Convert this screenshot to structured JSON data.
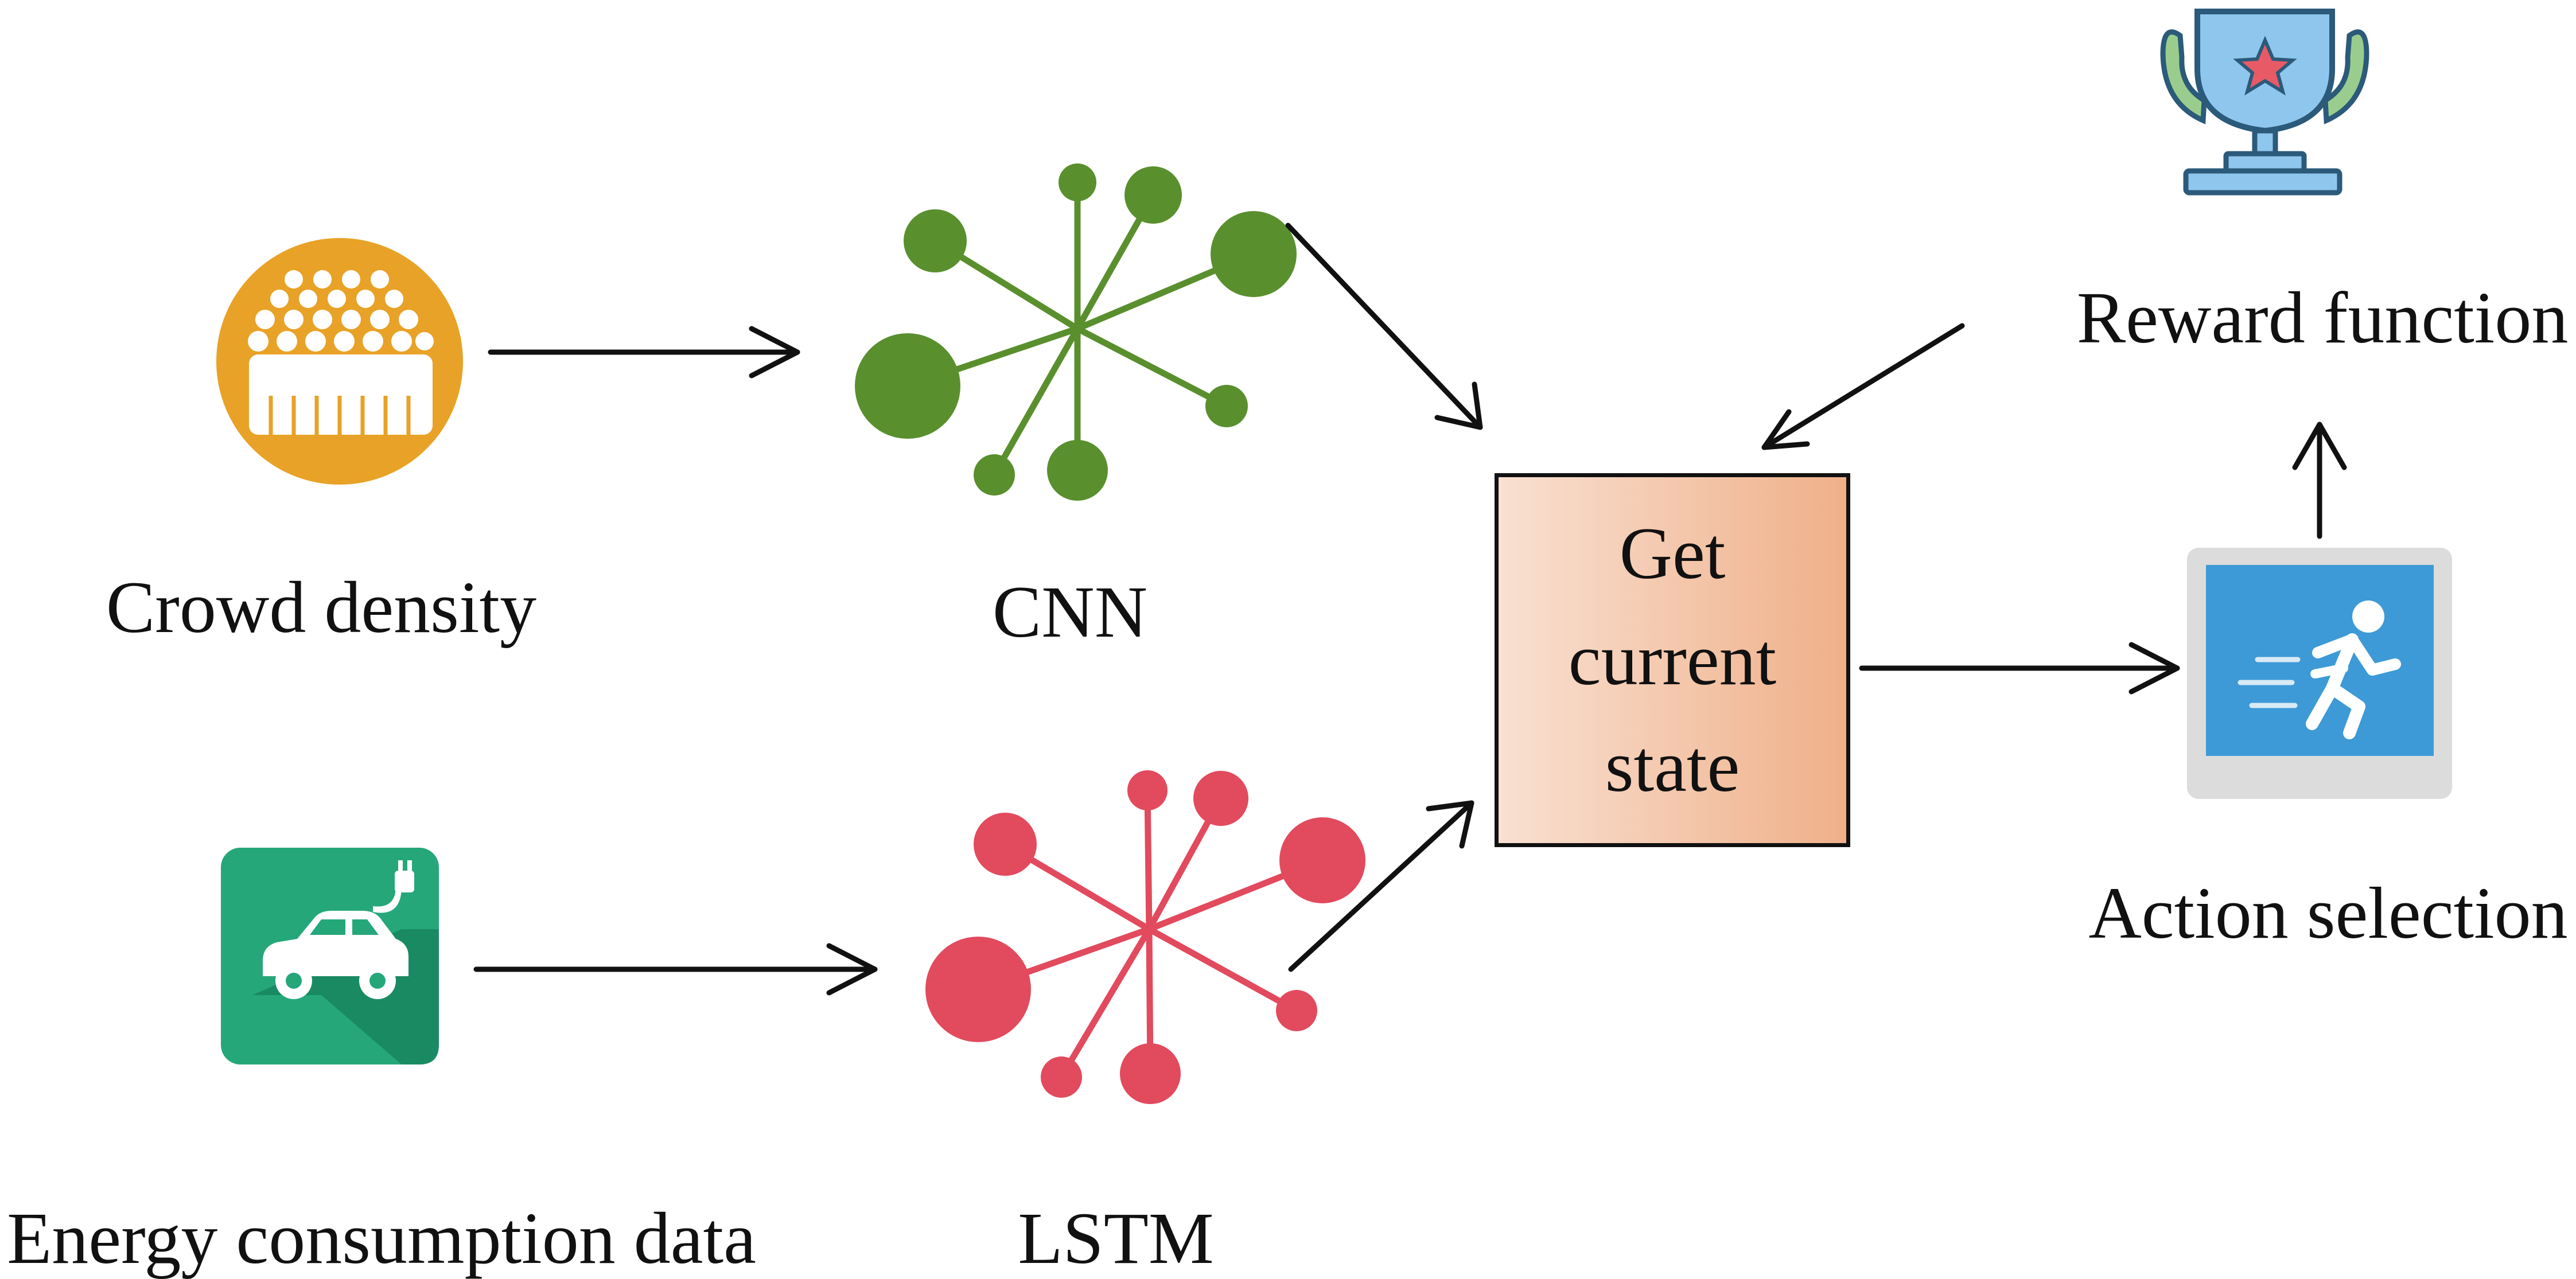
{
  "nodes": {
    "crowd_density": "Crowd density",
    "energy_data": "Energy consumption data",
    "cnn": "CNN",
    "lstm": "LSTM",
    "state": "Get\ncurrent\nstate",
    "action": "Action selection",
    "reward": "Reward function"
  },
  "icons": {
    "crowd": "crowd-icon",
    "ev": "electric-car-icon",
    "cnn_network": "cnn-network-icon",
    "lstm_network": "lstm-network-icon",
    "runner": "running-person-icon",
    "trophy": "trophy-icon"
  },
  "colors": {
    "crowd_circle": "#e8a227",
    "ev_tile": "#25a77a",
    "cnn": "#5a8f2e",
    "lstm": "#e24a5e",
    "state_fill_start": "#f9e0d2",
    "state_fill_end": "#efb089",
    "action_screen": "#3d9ad6",
    "arrow": "#111111"
  }
}
